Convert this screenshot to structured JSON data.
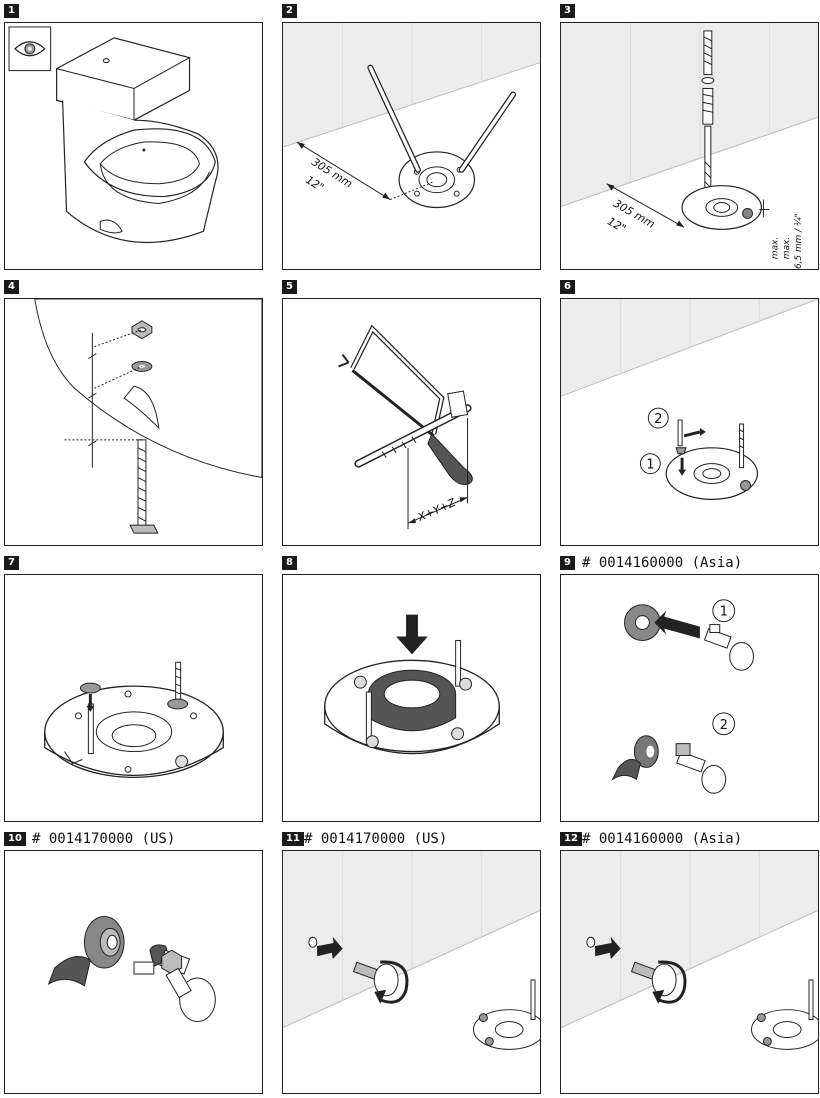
{
  "steps": [
    {
      "n": "1",
      "caption": ""
    },
    {
      "n": "2",
      "caption": "",
      "dim_mm": "305 mm",
      "dim_in": "12\""
    },
    {
      "n": "3",
      "caption": "",
      "dim_mm": "305 mm",
      "dim_in": "12\"",
      "max1": "max.",
      "max2": "max.",
      "max_mm": "6,5 mm / ¼\""
    },
    {
      "n": "4",
      "caption": ""
    },
    {
      "n": "5",
      "caption": "",
      "formula": "X+Y+Z"
    },
    {
      "n": "6",
      "caption": "",
      "c1": "1",
      "c2": "2"
    },
    {
      "n": "7",
      "caption": ""
    },
    {
      "n": "8",
      "caption": ""
    },
    {
      "n": "9",
      "caption": "# 0014160000 (Asia)",
      "c1": "1",
      "c2": "2"
    },
    {
      "n": "10",
      "caption": "# 0014170000 (US)"
    },
    {
      "n": "11",
      "caption": "# 0014170000 (US)"
    },
    {
      "n": "12",
      "caption": "# 0014160000 (Asia)"
    }
  ],
  "colors": {
    "line": "#222222",
    "wall": "#ececec",
    "dark": "#333333"
  }
}
